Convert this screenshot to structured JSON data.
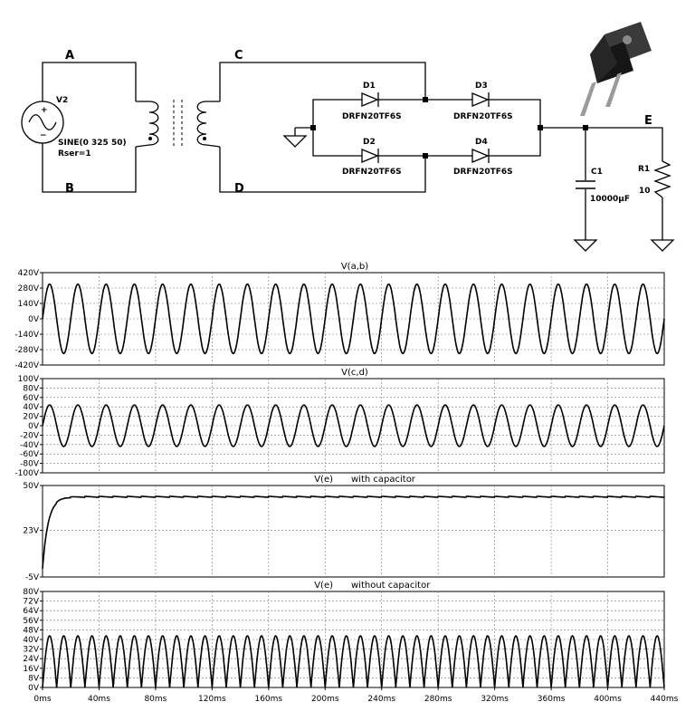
{
  "schematic": {
    "nodes": {
      "a": "A",
      "b": "B",
      "c": "C",
      "d": "D",
      "e": "E"
    },
    "source": {
      "name": "V2",
      "params": "SINE(0 325 50)",
      "rser": "Rser=1",
      "plus": "+",
      "minus": "−"
    },
    "diodes": [
      {
        "ref": "D1",
        "part": "DRFN20TF6S"
      },
      {
        "ref": "D2",
        "part": "DRFN20TF6S"
      },
      {
        "ref": "D3",
        "part": "DRFN20TF6S"
      },
      {
        "ref": "D4",
        "part": "DRFN20TF6S"
      }
    ],
    "capacitor": {
      "ref": "C1",
      "value": "10000µF"
    },
    "resistor": {
      "ref": "R1",
      "value": "10"
    }
  },
  "chart_data": [
    {
      "type": "line",
      "title": "V(a,b)",
      "ylim": [
        -420,
        420
      ],
      "yticks": [
        "420V",
        "280V",
        "140V",
        "0V",
        "-140V",
        "-280V",
        "-420V"
      ],
      "yvalues": [
        420,
        280,
        140,
        0,
        -140,
        -280,
        -420
      ],
      "series": [
        {
          "kind": "sine",
          "amplitude": 315,
          "frequency_hz": 50
        }
      ],
      "xlim": [
        0,
        440
      ]
    },
    {
      "type": "line",
      "title": "V(c,d)",
      "ylim": [
        -100,
        100
      ],
      "yticks": [
        "100V",
        "80V",
        "60V",
        "40V",
        "20V",
        "0V",
        "-20V",
        "-40V",
        "-60V",
        "-80V",
        "-100V"
      ],
      "yvalues": [
        100,
        80,
        60,
        40,
        20,
        0,
        -20,
        -40,
        -60,
        -80,
        -100
      ],
      "series": [
        {
          "kind": "sine",
          "amplitude": 44,
          "frequency_hz": 50
        }
      ],
      "xlim": [
        0,
        440
      ]
    },
    {
      "type": "line",
      "title": "V(e)",
      "subtitle": "with capacitor",
      "ylim": [
        -5,
        50
      ],
      "yticks": [
        "50V",
        "23V",
        "-5V"
      ],
      "yvalues": [
        50,
        23,
        -5
      ],
      "series": [
        {
          "kind": "charge",
          "steady": 43.5,
          "ripple": 0.6,
          "frequency_hz": 100
        }
      ],
      "xlim": [
        0,
        440
      ]
    },
    {
      "type": "line",
      "title": "V(e)",
      "subtitle": "without capacitor",
      "ylim": [
        0,
        80
      ],
      "yticks": [
        "80V",
        "72V",
        "64V",
        "56V",
        "48V",
        "40V",
        "32V",
        "24V",
        "16V",
        "8V",
        "0V"
      ],
      "yvalues": [
        80,
        72,
        64,
        56,
        48,
        40,
        32,
        24,
        16,
        8,
        0
      ],
      "series": [
        {
          "kind": "rectified",
          "amplitude": 43,
          "frequency_hz": 50
        }
      ],
      "xlim": [
        0,
        440
      ],
      "xticks": [
        "0ms",
        "40ms",
        "80ms",
        "120ms",
        "160ms",
        "200ms",
        "240ms",
        "280ms",
        "320ms",
        "360ms",
        "400ms",
        "440ms"
      ],
      "xvalues": [
        0,
        40,
        80,
        120,
        160,
        200,
        240,
        280,
        320,
        360,
        400,
        440
      ]
    }
  ]
}
